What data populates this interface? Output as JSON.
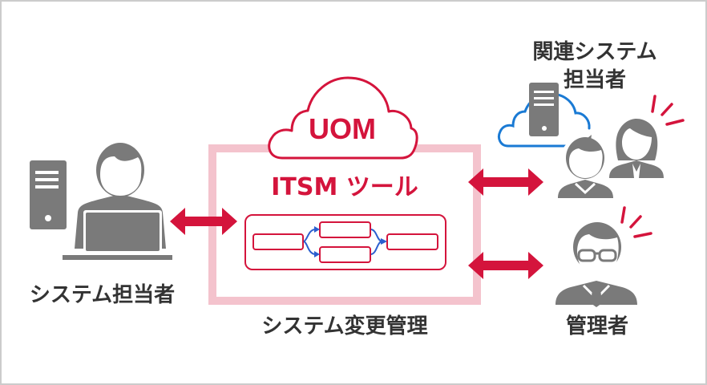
{
  "colors": {
    "accent_red": "#d4143c",
    "frame_pink": "#f4c3cd",
    "icon_gray": "#7a7a7a",
    "flow_blue": "#2b5fcf",
    "cloud_blue": "#1a7ad4",
    "text_dark": "#333333",
    "border_gray": "#cccccc"
  },
  "left_actor": {
    "label": "システム担当者",
    "icons": [
      "server-icon",
      "person-with-laptop-icon"
    ]
  },
  "center": {
    "cloud_label": "UOM",
    "tool_label": "ITSM ツール",
    "caption": "システム変更管理",
    "flow": {
      "boxes": [
        "step-start",
        "step-branch-a",
        "step-branch-b",
        "step-end"
      ],
      "arrows": [
        "split-to-a",
        "split-to-b",
        "merge-from-a-b"
      ]
    }
  },
  "right_top_actor": {
    "label_line1": "関連システム",
    "label_line2": "担当者",
    "icons": [
      "cloud-server-icon",
      "man-icon",
      "woman-icon",
      "alert-lines-icon"
    ]
  },
  "right_bottom_actor": {
    "label": "管理者",
    "icons": [
      "manager-with-glasses-icon",
      "alert-lines-icon"
    ]
  },
  "connections": [
    {
      "from": "left_actor",
      "to": "center",
      "type": "bidirectional"
    },
    {
      "from": "center",
      "to": "right_top_actor",
      "type": "bidirectional"
    },
    {
      "from": "center",
      "to": "right_bottom_actor",
      "type": "bidirectional"
    }
  ]
}
